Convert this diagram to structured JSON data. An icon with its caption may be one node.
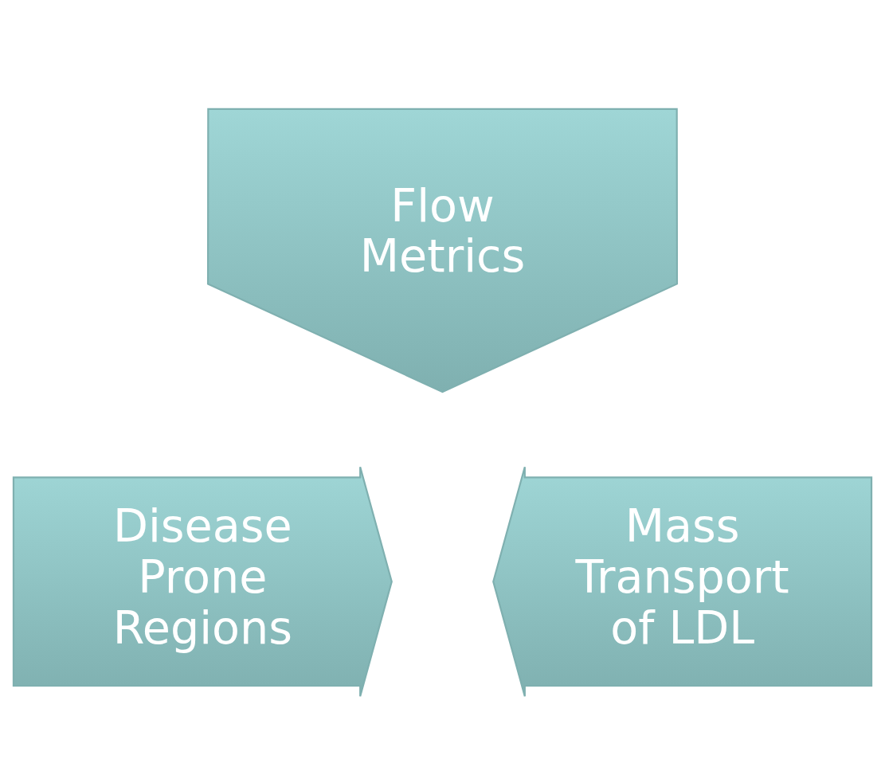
{
  "diagram": {
    "nodes": [
      {
        "text": [
          "Flow Metrics"
        ]
      },
      {
        "text": [
          "Disease Prone Regions"
        ]
      },
      {
        "text": [
          "Mass Transport of LDL"
        ]
      }
    ]
  }
}
